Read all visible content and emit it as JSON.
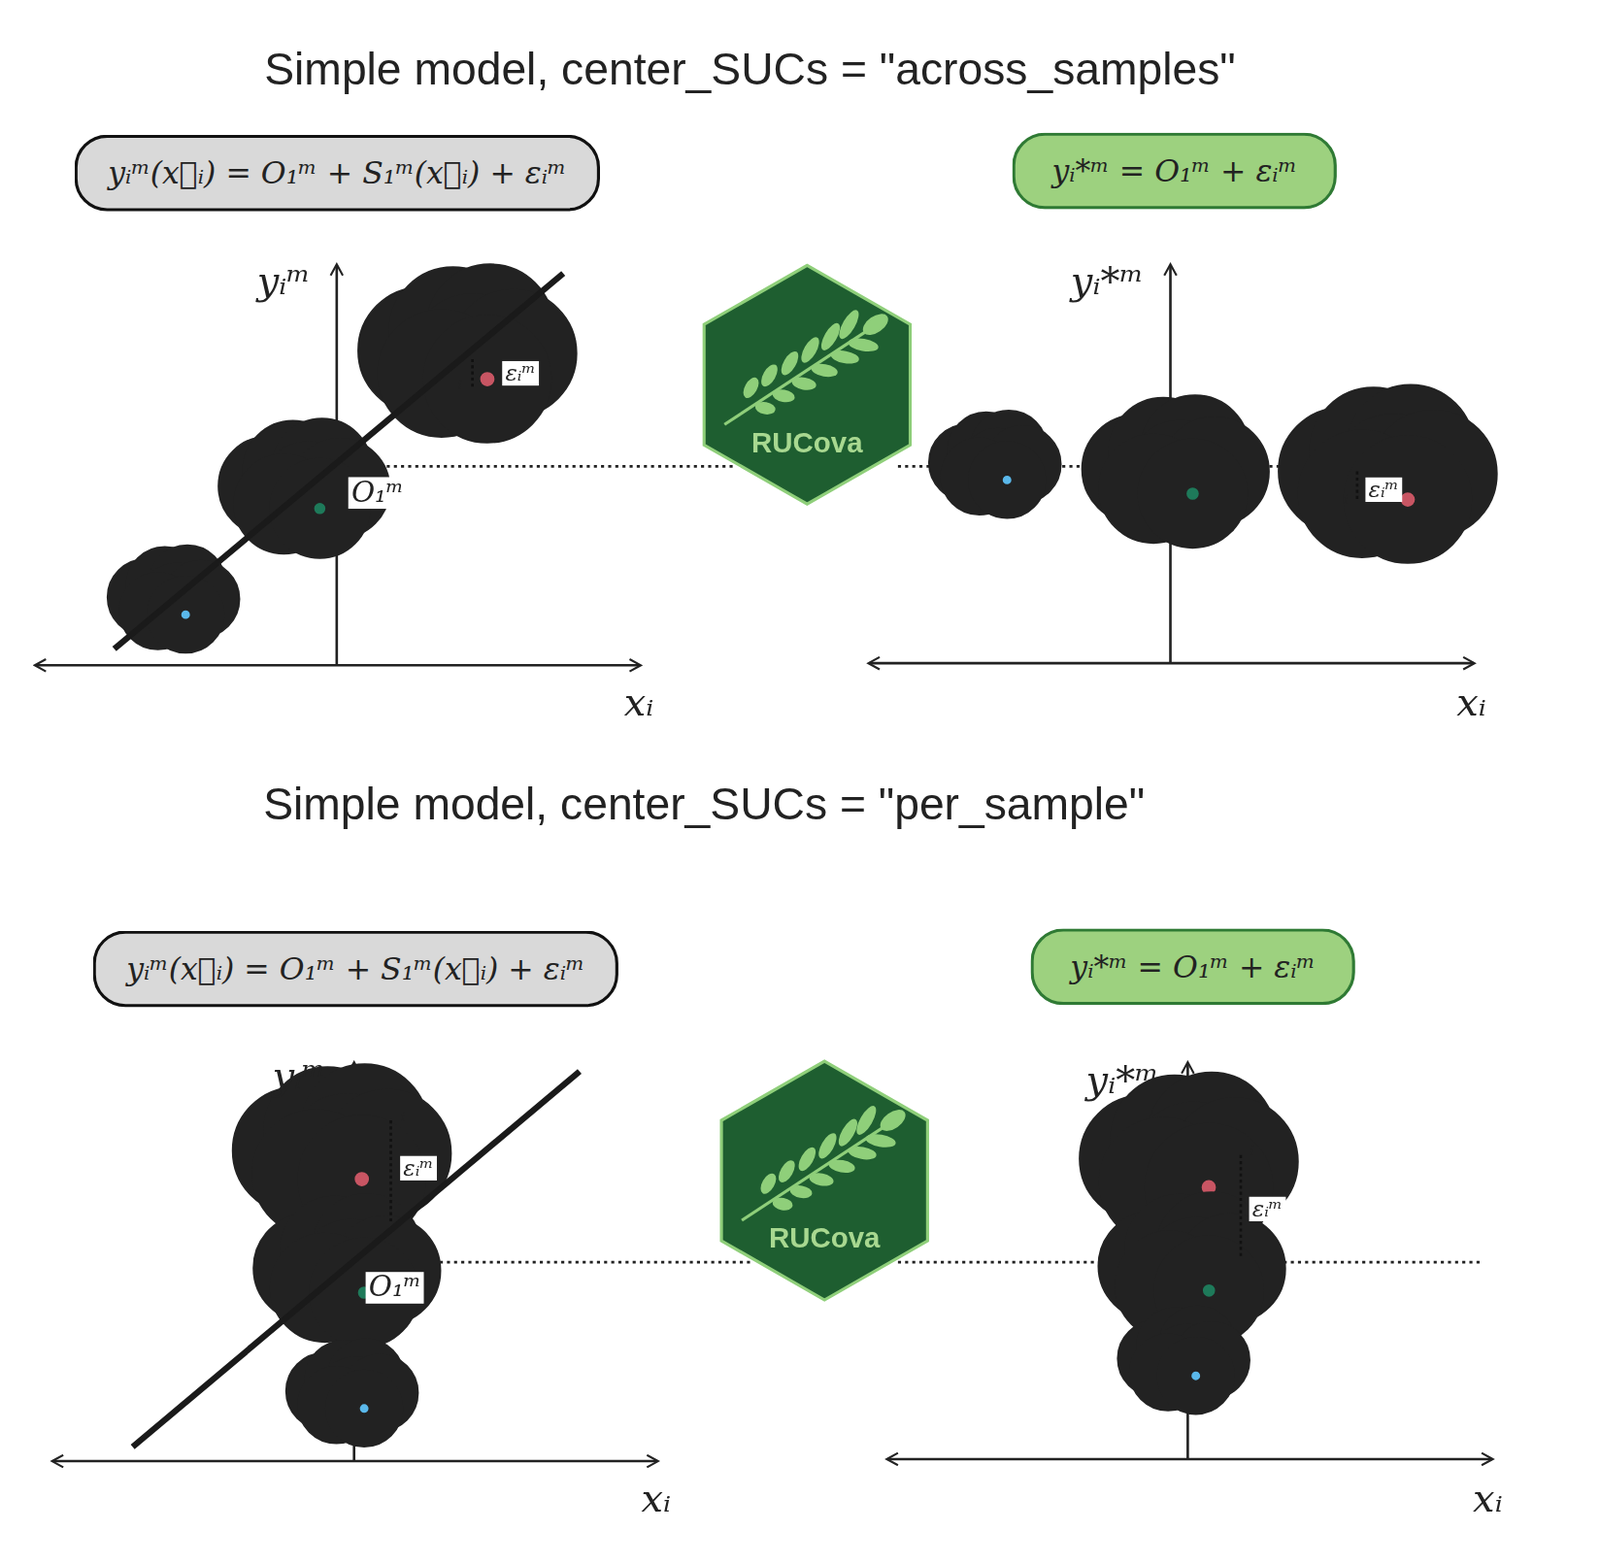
{
  "diagram": {
    "title": "Simple model, center_SUCs = \"across_samples\"",
    "nodes": [
      {
        "text": [
          "yᵢᵐ(x⃗ᵢ) = O₁ᵐ + S₁ᵐ(x⃗ᵢ) + εᵢᵐ"
        ]
      },
      {
        "text": [
          "yᵢ*ᵐ = O₁ᵐ + εᵢᵐ"
        ]
      },
      {
        "text": [
          "RUCova"
        ]
      },
      {
        "text": [
          "yᵢᵐ(x⃗ᵢ) = O₁ᵐ + S₁ᵐ(x⃗ᵢ) + εᵢᵐ"
        ]
      },
      {
        "text": [
          "yᵢ*ᵐ = O₁ᵐ + εᵢᵐ"
        ]
      },
      {
        "text": [
          "RUCova"
        ]
      }
    ],
    "labels": [
      "Simple model, center_SUCs = \"per_sample\"",
      "yᵢᵐ",
      "εᵢᵐ",
      "i",
      "O₁ᵐ",
      "xᵢ",
      "yᵢ*ᵐ",
      "εᵢᵐ",
      "i",
      "xᵢ",
      "yᵢᵐ",
      "i",
      "εᵢᵐ",
      "O₁ᵐ",
      "xᵢ",
      "yᵢ*ᵐ",
      "i",
      "εᵢᵐ",
      "xᵢ"
    ]
  }
}
